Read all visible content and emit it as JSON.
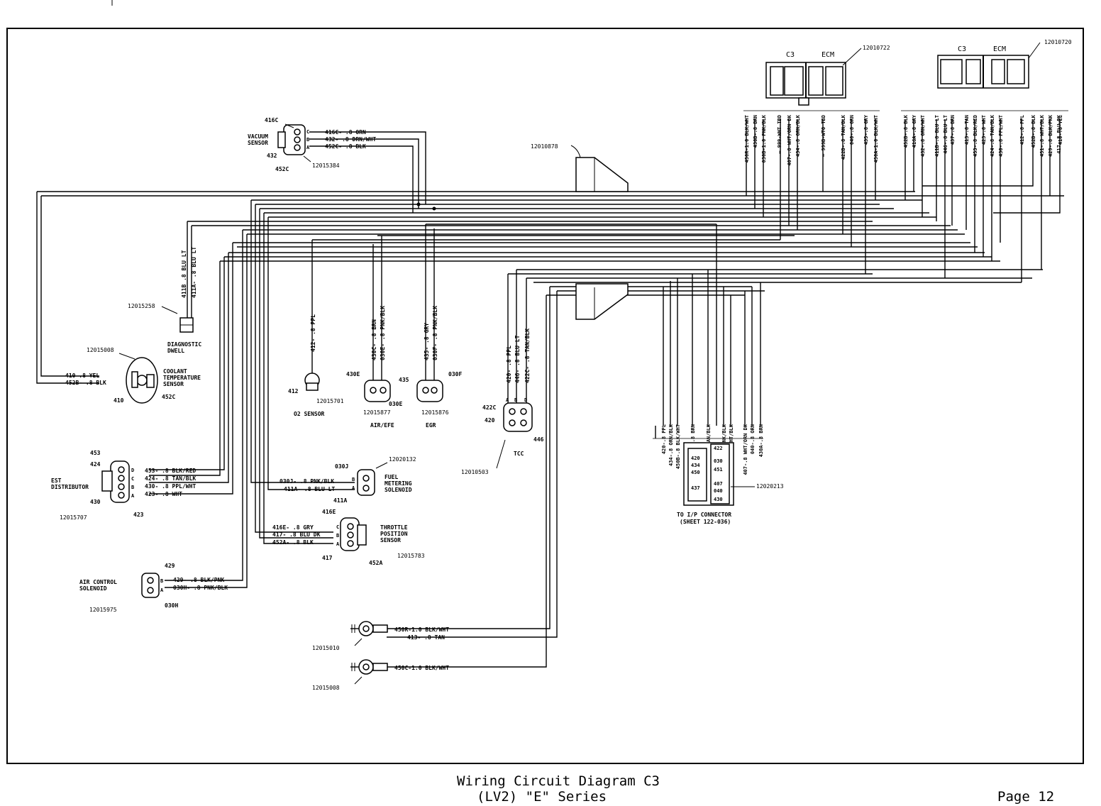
{
  "title": "Wiring Circuit Diagram C3",
  "subtitle": "(LV2) \"E\" Series",
  "page": "Page 12",
  "connectors": {
    "c1": {
      "header_left": "C3",
      "header_right": "ECM",
      "part": "12010722"
    },
    "c2": {
      "header_left": "C3",
      "header_right": "ECM",
      "part": "12010720"
    },
    "ip": {
      "part": "12020213",
      "caption1": "TO I/P CONNECTOR",
      "caption2": "(SHEET 122-036)"
    }
  },
  "components": {
    "vacuum": {
      "name1": "VACUUM",
      "name2": "SENSOR",
      "part": "12015384",
      "top": "416C",
      "left": "432",
      "bottom": "452C"
    },
    "diag": {
      "name1": "DIAGNOSTIC",
      "name2": "DWELL",
      "part": "12015258"
    },
    "coolant": {
      "name1": "COOLANT",
      "name2": "TEMPERATURE",
      "name3": "SENSOR",
      "part": "12015008",
      "c1": "410",
      "c2": "452C"
    },
    "dist": {
      "name1": "EST",
      "name2": "DISTRIBUTOR",
      "part": "12015707",
      "c1": "453",
      "c2": "424",
      "c3": "430",
      "c4": "423"
    },
    "airctl": {
      "name1": "AIR CONTROL",
      "name2": "SOLENOID",
      "part": "12015975",
      "c1": "429",
      "c2": "030H"
    },
    "o2": {
      "name": "O2 SENSOR",
      "part": "12015701",
      "c1": "412"
    },
    "airefe": {
      "name": "AIR/EFE",
      "part": "12015877",
      "c1": "430E",
      "c2": "030E"
    },
    "egr": {
      "name": "EGR",
      "part": "12015876",
      "c1": "435",
      "c2": "030F"
    },
    "tcc": {
      "name": "TCC",
      "part": "12010503",
      "c1": "422C",
      "c2": "420",
      "c3": "446"
    },
    "fuel": {
      "name1": "FUEL",
      "name2": "METERING",
      "name3": "SOLENOID",
      "part": "12020132",
      "c1": "030J",
      "c2": "411A"
    },
    "tps": {
      "name1": "THROTTLE",
      "name2": "POSITION",
      "name3": "SENSOR",
      "part": "12015783",
      "c1": "416E",
      "c2": "417",
      "c3": "452A"
    },
    "gnd1": {
      "part": "12015010"
    },
    "gnd2": {
      "part": "12015008"
    },
    "bracket": {
      "part": "12010878"
    }
  },
  "wire_labels": {
    "vac1": "416C- .8 ORN",
    "vac2": "432- .8 DRN/WHT",
    "vac3": "452C- .8 BLK",
    "diag1": "411B .8 BLU LT",
    "diag2": "411A- .8 BLU LT",
    "cool1": "410 .8 YEL",
    "cool2": "452B- .8 BLK",
    "dist1": "453- .8 BLK/RED",
    "dist2": "424- .8 TAN/BLK",
    "dist3": "430- .8 PPL/WHT",
    "dist4": "423- .8 WHT",
    "air1": "429- .8 BLK/PNK",
    "air2": "030H- .8 PNK/BLK",
    "o2w": "412- .8 PPL",
    "efe1": "430C- .8 BRN",
    "efe2": "030E- .8 PNK/BLK",
    "egr1": "435- .8 GRY",
    "egr2": "030F- .8 PNK/BLK",
    "tcc1": "420- .8 PPL",
    "tcc2": "446- .8 BLU LT",
    "tcc3": "422C- .8 TAN/BLK",
    "fuel1": "030J- .8 PNK/BLK",
    "fuel2": "411A- .8 BLU LT",
    "tps1": "416E- .8 GRY",
    "tps2": "417- .8 BLU DK",
    "tps3": "452A- .8 BLK",
    "g1a": "450R-1.0 BLK/WHT",
    "g1b": "413- .8 TAN",
    "g2a": "450C-1.0 BLK/WHT"
  },
  "ecm1_wires": [
    "450R-1.0 BLK/WHT",
    "430B-.8 BRN",
    "030B-1.0 PNK/BLK",
    "— 999-WHT TBD",
    "407-.8 WHT/ORN DK",
    "434-.8 ORN/BLK",
    "— 999B-WTO TBD",
    "422B-.8 TAN/BLK",
    "040-.8 ORN",
    "435-.8 GRY",
    "450A-1.0 BLK/WHT"
  ],
  "ecm2_wires": [
    "452B-.8 BLK",
    "416A-.8 GRY",
    "432-.8 ORN/WHT",
    "411B-.8 BLU LT",
    "446-.8 BLU LT",
    "437-.8 BRN",
    "413-.8 TAN",
    "453-.8 BLK/RED",
    "423-.8 WHT",
    "424-.8 TAN/BLK",
    "430-.8 PPL/WHT",
    "412-.8 PPL",
    "452B-.8 BLK",
    "451-.8 WHT/BLK",
    "429-.8 BLK/PNK",
    "410-.8 YEL",
    "417-.8 BLU DK"
  ],
  "ip_wires": [
    "420-.8 PPL",
    "434-.8 ORN/BLK",
    "450B-.8 BLK/WHT",
    "437-.8 BRN",
    "422B-.8 TAN/BLK",
    "030C-1.0 PNK/BLK",
    "451-.8 WHT/BLK",
    "407-.8 WHT/ORN DK",
    "040-.8 ORN",
    "430A-.8 BRN"
  ],
  "ip_cells_left": [
    "420",
    "434",
    "450",
    "437"
  ],
  "ip_cells_right": [
    "422",
    "030",
    "451",
    "407",
    "040",
    "430"
  ]
}
